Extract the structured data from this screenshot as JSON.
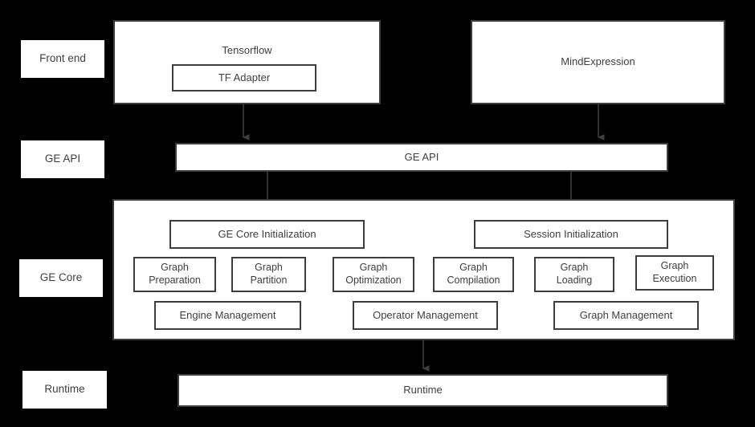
{
  "diagram": {
    "title": "GE architecture layered diagram",
    "background_color": "#000000",
    "box_fill": "#ffffff",
    "box_border": "#3d3d3d",
    "text_color": "#404040"
  },
  "layer_labels": [
    {
      "id": "front-end",
      "label": "Front end"
    },
    {
      "id": "ge-api",
      "label": "GE API"
    },
    {
      "id": "ge-core",
      "label": "GE Core"
    },
    {
      "id": "runtime",
      "label": "Runtime"
    }
  ],
  "front_end": {
    "tensorflow": {
      "label": "Tensorflow",
      "child": {
        "label": "TF Adapter"
      }
    },
    "mindexpression": {
      "label": "MindExpression"
    }
  },
  "ge_api": {
    "label": "GE API"
  },
  "ge_core": {
    "init_boxes": [
      {
        "label": "GE Core Initialization"
      },
      {
        "label": "Session Initialization"
      }
    ],
    "module_boxes": [
      {
        "label": "Graph\nPreparation"
      },
      {
        "label": "Graph\nPartition"
      },
      {
        "label": "Graph\nOptimization"
      },
      {
        "label": "Graph\nCompilation"
      },
      {
        "label": "Graph\nLoading"
      },
      {
        "label": "Graph\nExecution"
      }
    ],
    "management_boxes": [
      {
        "label": "Engine Management"
      },
      {
        "label": "Operator Management"
      },
      {
        "label": "Graph Management"
      }
    ]
  },
  "runtime": {
    "label": "Runtime"
  },
  "connections": [
    {
      "from": "TF Adapter",
      "to": "GE API"
    },
    {
      "from": "MindExpression",
      "to": "GE API"
    },
    {
      "from": "GE API",
      "to": "GE Core Initialization"
    },
    {
      "from": "GE API",
      "to": "Session Initialization"
    },
    {
      "from": "GE Core",
      "to": "Runtime"
    }
  ]
}
